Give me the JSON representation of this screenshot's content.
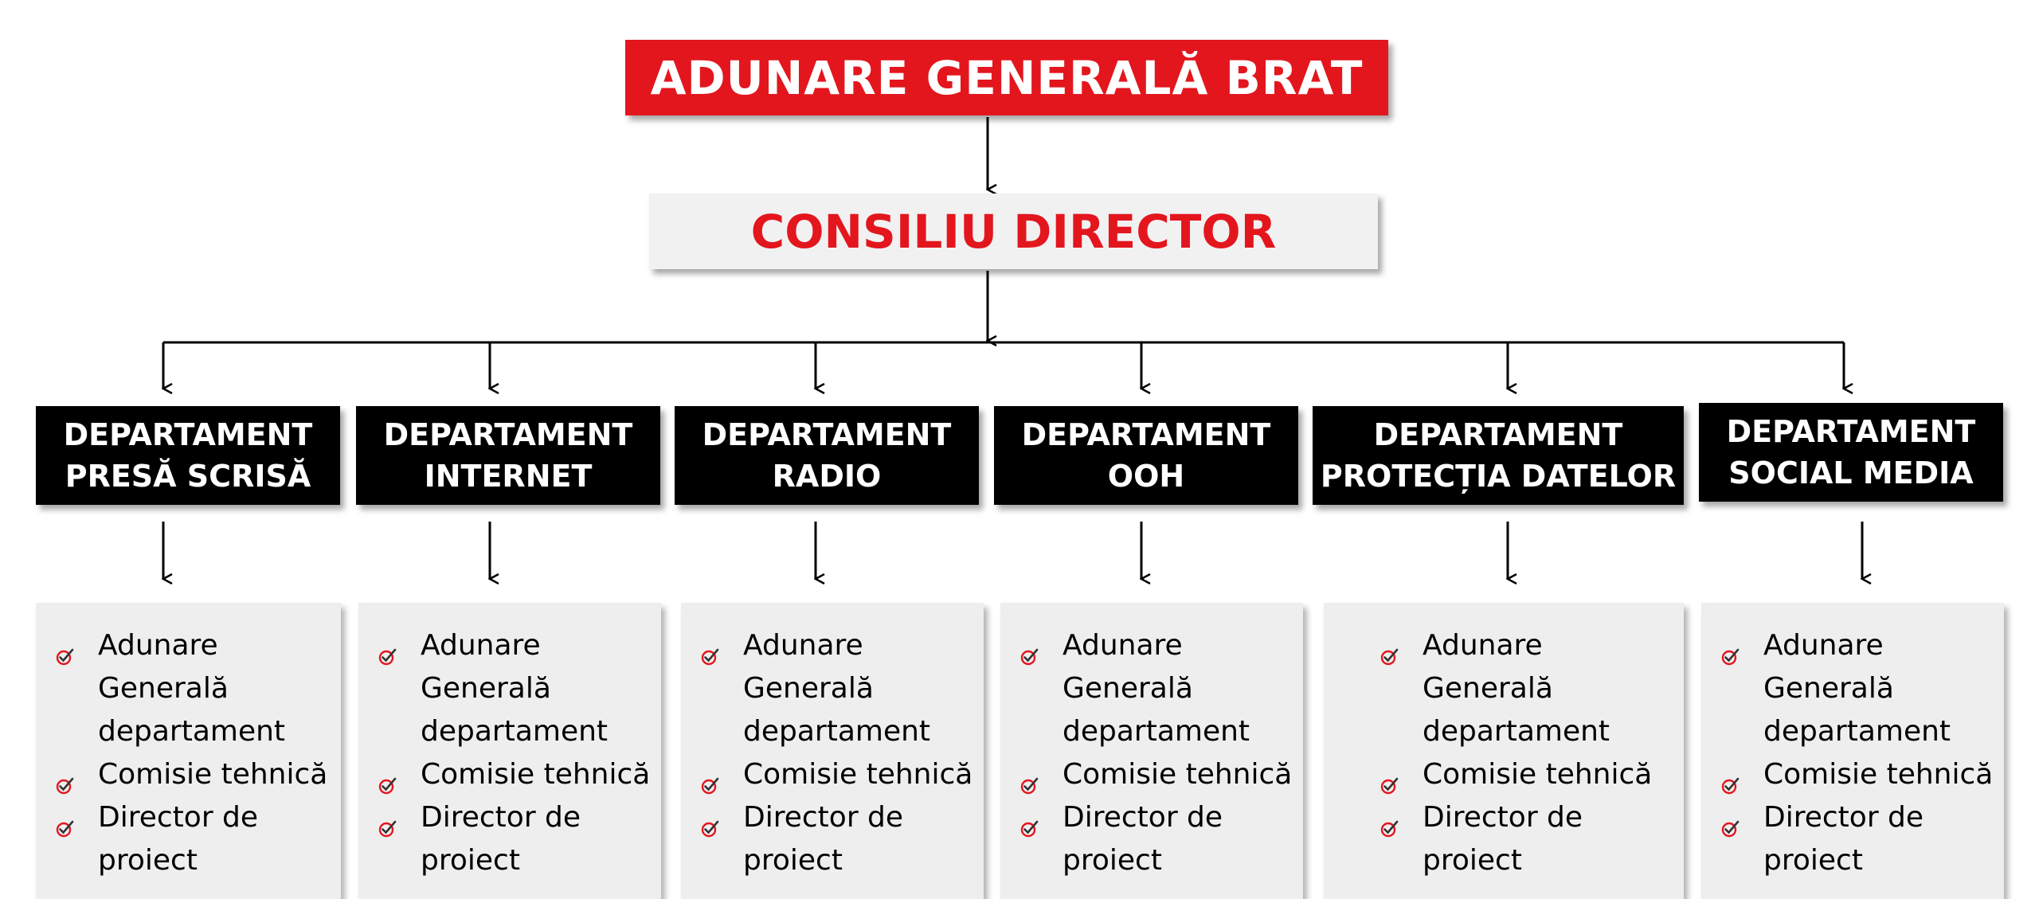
{
  "general_assembly": "ADUNARE GENERALĂ BRAT",
  "council": "CONSILIU DIRECTOR",
  "colors": {
    "accent_red": "#e3161e",
    "department_bg": "#000000",
    "panel_bg": "#eeeeee"
  },
  "bullet_icon": "red-check-circle-icon",
  "departments": [
    {
      "title_line1": "DEPARTAMENT",
      "title_line2": "PRESĂ SCRISĂ",
      "items": [
        {
          "lines": [
            "Adunare",
            "Generală",
            "departament"
          ]
        },
        {
          "lines": [
            "Comisie tehnică"
          ]
        },
        {
          "lines": [
            "Director de",
            "proiect"
          ]
        }
      ]
    },
    {
      "title_line1": "DEPARTAMENT",
      "title_line2": "INTERNET",
      "items": [
        {
          "lines": [
            "Adunare",
            "Generală",
            "departament"
          ]
        },
        {
          "lines": [
            "Comisie tehnică"
          ]
        },
        {
          "lines": [
            "Director de",
            "proiect"
          ]
        }
      ]
    },
    {
      "title_line1": "DEPARTAMENT",
      "title_line2": "RADIO",
      "items": [
        {
          "lines": [
            "Adunare",
            "Generală",
            "departament"
          ]
        },
        {
          "lines": [
            "Comisie tehnică"
          ]
        },
        {
          "lines": [
            "Director de",
            "proiect"
          ]
        }
      ]
    },
    {
      "title_line1": "DEPARTAMENT",
      "title_line2": "OOH",
      "items": [
        {
          "lines": [
            "Adunare",
            "Generală",
            "departament"
          ]
        },
        {
          "lines": [
            "Comisie tehnică"
          ]
        },
        {
          "lines": [
            "Director de",
            "proiect"
          ]
        }
      ]
    },
    {
      "title_line1": "DEPARTAMENT",
      "title_line2": "PROTECȚIA DATELOR",
      "items": [
        {
          "lines": [
            "Adunare",
            "Generală",
            "departament"
          ]
        },
        {
          "lines": [
            "Comisie tehnică"
          ]
        },
        {
          "lines": [
            "Director de",
            "proiect"
          ]
        }
      ]
    },
    {
      "title_line1": "DEPARTAMENT",
      "title_line2": "SOCIAL MEDIA",
      "items": [
        {
          "lines": [
            "Adunare",
            "Generală",
            "departament"
          ]
        },
        {
          "lines": [
            "Comisie tehnică"
          ]
        },
        {
          "lines": [
            "Director de",
            "proiect"
          ]
        }
      ]
    }
  ]
}
